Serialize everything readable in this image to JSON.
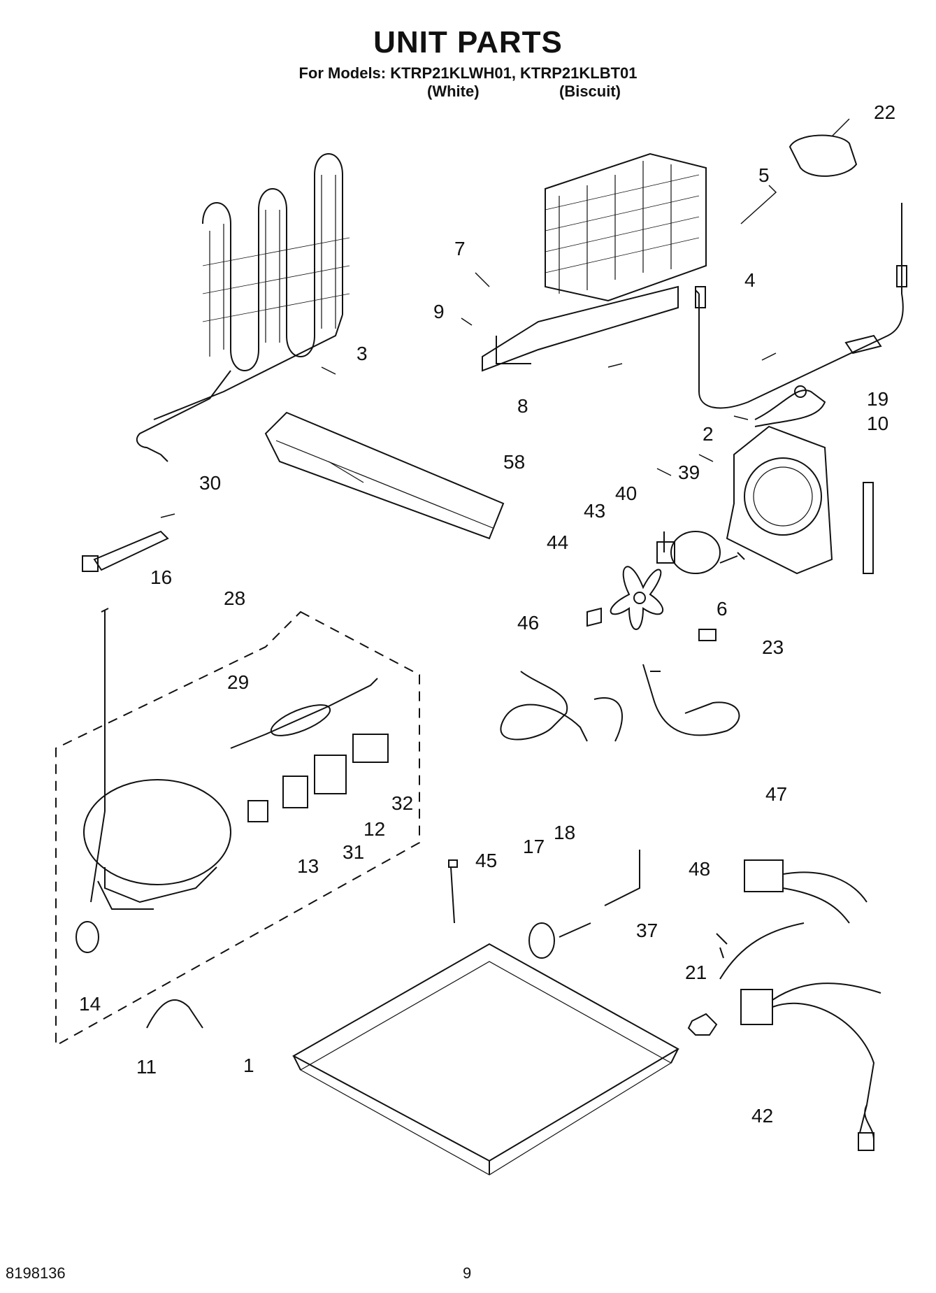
{
  "header": {
    "title": "UNIT PARTS",
    "models_line": "For Models: KTRP21KLWH01, KTRP21KLBT01",
    "color_white": "(White)",
    "color_biscuit": "(Biscuit)"
  },
  "footer": {
    "doc_number": "8198136",
    "page_number": "9"
  },
  "callouts": [
    "22",
    "5",
    "7",
    "4",
    "9",
    "3",
    "8",
    "19",
    "2",
    "10",
    "58",
    "30",
    "39",
    "40",
    "43",
    "44",
    "16",
    "28",
    "6",
    "46",
    "23",
    "29",
    "47",
    "32",
    "12",
    "31",
    "13",
    "45",
    "17",
    "18",
    "48",
    "37",
    "14",
    "21",
    "11",
    "1",
    "42"
  ]
}
